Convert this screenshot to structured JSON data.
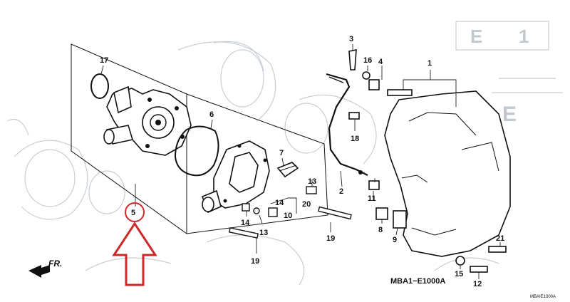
{
  "diagram": {
    "callouts": {
      "c1": "1",
      "c2": "2",
      "c3": "3",
      "c4": "4",
      "c5": "5",
      "c6": "6",
      "c7": "7",
      "c8": "8",
      "c9": "9",
      "c10": "10",
      "c11": "11",
      "c12": "12",
      "c13a": "13",
      "c13b": "13",
      "c14a": "14",
      "c14b": "14",
      "c15": "15",
      "c16": "16",
      "c17": "17",
      "c18": "18",
      "c19a": "19",
      "c19b": "19",
      "c20": "20",
      "c21": "21"
    },
    "direction_label": "FR.",
    "reference_code": "MBA1−E1000A",
    "corner_code": "MBAIE1000A",
    "highlight": {
      "circled_part": "5",
      "arrow_color": "#cc2a2a"
    }
  }
}
